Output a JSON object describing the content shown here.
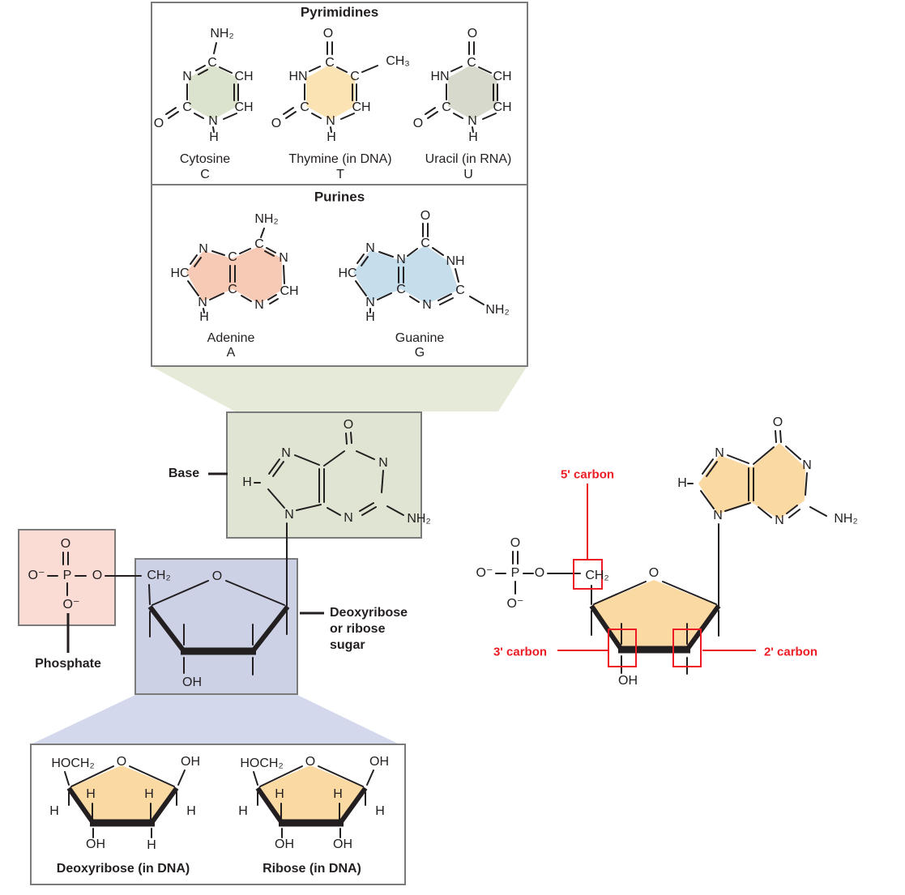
{
  "pyrimidines_box": {
    "title": "Pyrimidines"
  },
  "purines_box": {
    "title": "Purines"
  },
  "cytosine": {
    "name": "Cytosine",
    "symbol": "C",
    "nh2": "NH₂",
    "c1": "C",
    "n1": "N",
    "ch1": "CH",
    "ch2": "CH",
    "c2": "C",
    "n2": "N",
    "h": "H",
    "o": "O"
  },
  "thymine": {
    "name": "Thymine (in DNA)",
    "symbol": "T",
    "o_top": "O",
    "hn": "HN",
    "c1": "C",
    "ch3": "CH₃",
    "c_r": "C",
    "ch": "CH",
    "c2": "C",
    "n": "N",
    "h": "H",
    "o": "O"
  },
  "uracil": {
    "name": "Uracil (in RNA)",
    "symbol": "U",
    "o_top": "O",
    "hn": "HN",
    "c1": "C",
    "ch1": "CH",
    "ch2": "CH",
    "c2": "C",
    "n": "N",
    "h": "H",
    "o": "O"
  },
  "adenine": {
    "name": "Adenine",
    "symbol": "A",
    "nh2": "NH₂",
    "c6": "C",
    "n1": "N",
    "ch": "CH",
    "n3": "N",
    "c4": "C",
    "c5": "C",
    "n7": "N",
    "hc": "HC",
    "n9": "N",
    "h": "H"
  },
  "guanine": {
    "name": "Guanine",
    "symbol": "G",
    "o": "O",
    "c6": "C",
    "nh": "NH",
    "c2": "C",
    "nh2": "NH₂",
    "n3": "N",
    "c4": "C",
    "nf": "N",
    "n7": "N",
    "hc": "HC",
    "n9": "N",
    "h": "H"
  },
  "base_unit": {
    "label": "Base",
    "o": "O",
    "n7": "N",
    "n1": "N",
    "h": "H",
    "n9": "N",
    "n3": "N",
    "nh2": "NH₂"
  },
  "phosphate_unit": {
    "label": "Phosphate",
    "o_top": "O",
    "o_left": "O⁻",
    "p": "P",
    "o_right": "O",
    "o_bottom": "O⁻"
  },
  "sugar_unit": {
    "ch2": "CH₂",
    "o": "O",
    "oh": "OH",
    "pointer_line1": "Deoxyribose",
    "pointer_line2": "or ribose",
    "pointer_line3": "sugar"
  },
  "sugars_box": {
    "deoxyribose": {
      "caption": "Deoxyribose (in DNA)",
      "hoch2": "HOCH₂",
      "o": "O",
      "oh_tr": "OH",
      "h_il": "H",
      "h_ir": "H",
      "h_ol": "H",
      "h_or": "H",
      "oh_bl": "OH",
      "h_br": "H"
    },
    "ribose": {
      "caption": "Ribose (in DNA)",
      "hoch2": "HOCH₂",
      "o": "O",
      "oh_tr": "OH",
      "h_il": "H",
      "h_ir": "H",
      "h_ol": "H",
      "h_or": "H",
      "oh_bl": "OH",
      "oh_br": "OH"
    }
  },
  "nucleotide": {
    "labels": {
      "c5": "5' carbon",
      "c3": "3' carbon",
      "c2": "2' carbon"
    },
    "phosphate": {
      "o_top": "O",
      "o_left": "O⁻",
      "p": "P",
      "o_right": "O",
      "o_bottom": "O⁻"
    },
    "ch2": "CH₂",
    "sugar": {
      "o": "O",
      "oh": "OH"
    },
    "guanine": {
      "o": "O",
      "n7": "N",
      "n1": "N",
      "h": "H",
      "n9": "N",
      "n3": "N",
      "nh2": "NH₂"
    }
  },
  "colors": {
    "red": "#ed1c24",
    "bond": "#231f20",
    "border_gray": "#7b7b7b",
    "cytosine_fill": "#dbe2cd",
    "thymine_fill": "#fce3b4",
    "uracil_fill": "#d6d9cc",
    "adenine_fill": "#f7cab6",
    "guanine_fill": "#c6ddeb",
    "base_box_fill": "#dfe5d2",
    "phosphate_box_fill": "#fadcd5",
    "sugar_box_fill": "#cdd1e6",
    "sugar_fill": "#fbd9a2",
    "green_funnel": "#e6ebd9",
    "blue_funnel": "#d4d8ec"
  }
}
